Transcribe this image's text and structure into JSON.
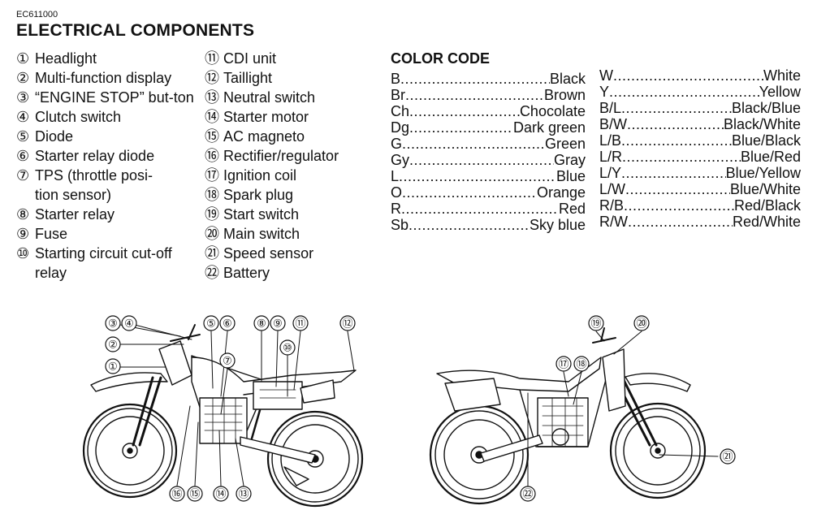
{
  "doc": {
    "code": "EC611000",
    "title": "ELECTRICAL COMPONENTS"
  },
  "components": [
    {
      "num": "①",
      "label": "Headlight"
    },
    {
      "num": "②",
      "label": "Multi-function display"
    },
    {
      "num": "③",
      "label": "“ENGINE STOP” but-ton"
    },
    {
      "num": "④",
      "label": "Clutch switch"
    },
    {
      "num": "⑤",
      "label": "Diode"
    },
    {
      "num": "⑥",
      "label": "Starter relay diode"
    },
    {
      "num": "⑦",
      "label": "TPS (throttle posi-tion sensor)"
    },
    {
      "num": "⑧",
      "label": "Starter relay"
    },
    {
      "num": "⑨",
      "label": "Fuse"
    },
    {
      "num": "⑩",
      "label": "Starting circuit cut-off relay"
    },
    {
      "num": "⑪",
      "label": "CDI unit"
    },
    {
      "num": "⑫",
      "label": "Taillight"
    },
    {
      "num": "⑬",
      "label": "Neutral switch"
    },
    {
      "num": "⑭",
      "label": "Starter motor"
    },
    {
      "num": "⑮",
      "label": "AC magneto"
    },
    {
      "num": "⑯",
      "label": "Rectifier/regulator"
    },
    {
      "num": "⑰",
      "label": "Ignition coil"
    },
    {
      "num": "⑱",
      "label": "Spark plug"
    },
    {
      "num": "⑲",
      "label": "Start switch"
    },
    {
      "num": "⑳",
      "label": "Main switch"
    },
    {
      "num": "㉑",
      "label": "Speed sensor"
    },
    {
      "num": "㉒",
      "label": "Battery"
    }
  ],
  "color_code": {
    "title": "COLOR CODE",
    "left": [
      {
        "abbr": "B",
        "name": "Black"
      },
      {
        "abbr": "Br",
        "name": "Brown"
      },
      {
        "abbr": "Ch",
        "name": "Chocolate"
      },
      {
        "abbr": "Dg",
        "name": "Dark green"
      },
      {
        "abbr": "G",
        "name": "Green"
      },
      {
        "abbr": "Gy",
        "name": "Gray"
      },
      {
        "abbr": "L",
        "name": "Blue"
      },
      {
        "abbr": "O",
        "name": "Orange"
      },
      {
        "abbr": "R",
        "name": "Red"
      },
      {
        "abbr": "Sb",
        "name": "Sky blue"
      }
    ],
    "right": [
      {
        "abbr": "W",
        "name": "White"
      },
      {
        "abbr": "Y",
        "name": "Yellow"
      },
      {
        "abbr": "B/L",
        "name": "Black/Blue"
      },
      {
        "abbr": "B/W",
        "name": "Black/White"
      },
      {
        "abbr": "L/B",
        "name": "Blue/Black"
      },
      {
        "abbr": "L/R",
        "name": "Blue/Red"
      },
      {
        "abbr": "L/Y",
        "name": "Blue/Yellow"
      },
      {
        "abbr": "L/W",
        "name": "Blue/White"
      },
      {
        "abbr": "R/B",
        "name": "Red/Black"
      },
      {
        "abbr": "R/W",
        "name": "Red/White"
      }
    ]
  },
  "diagram": {
    "left_callouts": [
      "③",
      "④",
      "②",
      "①",
      "⑤",
      "⑥",
      "⑦",
      "⑧",
      "⑨",
      "⑪",
      "⑩",
      "⑫",
      "⑯",
      "⑮",
      "⑭",
      "⑬"
    ],
    "right_callouts": [
      "⑲",
      "⑳",
      "⑰",
      "⑱",
      "㉑",
      "㉒"
    ]
  }
}
